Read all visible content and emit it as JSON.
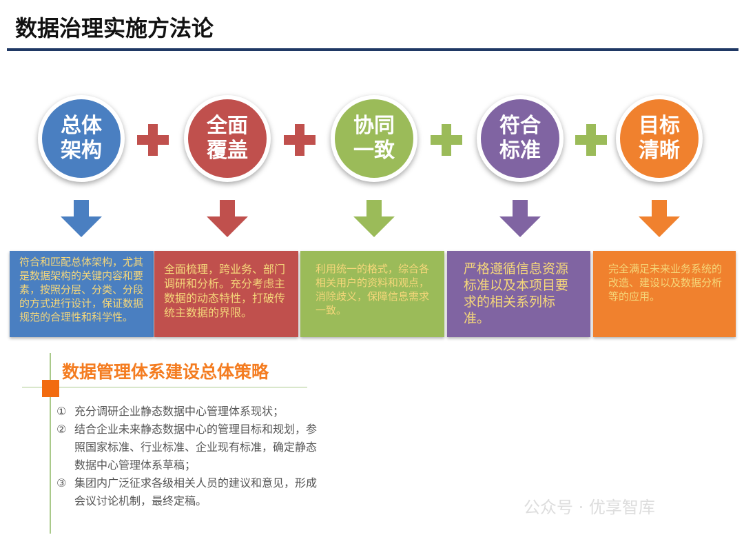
{
  "title": "数据治理实施方法论",
  "pillars": [
    {
      "label": "总体\n架构",
      "color": "#4a7fc1",
      "text": "符合和匹配总体架构，尤其是数据架构的关键内容和要素，按照分层、分类、分段的方式进行设计，保证数据规范的合理性和科学性。"
    },
    {
      "label": "全面\n覆盖",
      "color": "#c0504d",
      "text": "全面梳理，跨业务、部门调研和分析。充分考虑主数据的动态特性，打破传统主数据的界限。"
    },
    {
      "label": "协同\n一致",
      "color": "#9bbb59",
      "text": "利用统一的格式，综合各相关用户的资料和观点，消除歧义，保障信息需求一致。"
    },
    {
      "label": "符合\n标准",
      "color": "#8064a2",
      "text": "严格遵循信息资源标准以及本项目要求的相关系列标准。"
    },
    {
      "label": "目标\n清晰",
      "color": "#f0812e",
      "text": "完全满足未来业务系统的改造、建设以及数据分析等的应用。"
    }
  ],
  "plus_colors": [
    "#c0504d",
    "#c0504d",
    "#9bbb59",
    "#9bbb59"
  ],
  "strategy": {
    "heading": "数据管理体系建设总体策略",
    "items": [
      {
        "num": "①",
        "text": "充分调研企业静态数据中心管理体系现状；"
      },
      {
        "num": "②",
        "text": "结合企业未来静态数据中心的管理目标和规划，参照国家标准、行业标准、企业现有标准，确定静态数据中心管理体系草稿；"
      },
      {
        "num": "③",
        "text": "集团内广泛征求各级相关人员的建议和意见，形成会议讨论机制，最终定稿。"
      }
    ]
  },
  "watermark": "公众号 · 优享智库"
}
